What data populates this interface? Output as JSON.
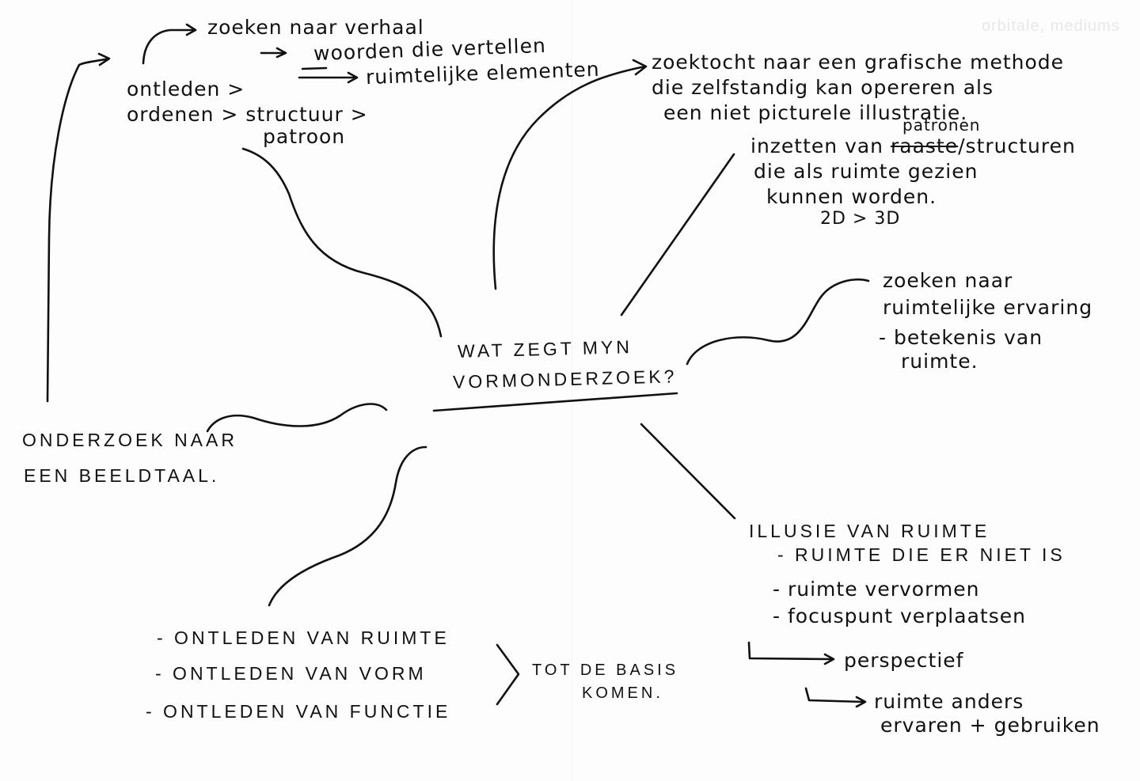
{
  "ghost_text": {
    "top_right": "orbitale, mediums"
  },
  "center": {
    "line1": "WAT ZEGT MYN",
    "line2": "VORMONDERZOEK?"
  },
  "top_left": {
    "zoeken": "zoeken naar verhaal",
    "woorden": "woorden die vertellen",
    "ruimtelijke": "ruimtelijke elementen",
    "ontleden": "ontleden >",
    "ordenen": "ordenen > structuur >",
    "patroon": "patroon"
  },
  "top_right": {
    "line1": "zoektocht naar een grafische methode",
    "line2": "die zelfstandig kan opereren als",
    "line3": "een niet picturele illustratie."
  },
  "right_mid": {
    "patronen": "patronen",
    "line1_a": "inzetten van",
    "line1_crossed": "raaste",
    "line1_b": "/structuren",
    "line2": "die als ruimte gezien",
    "line3": "kunnen worden.",
    "line4": "2D > 3D"
  },
  "right": {
    "line1": "zoeken naar",
    "line2": "ruimtelijke ervaring",
    "line3": "- betekenis van",
    "line4": "ruimte."
  },
  "left": {
    "line1": "ONDERZOEK NAAR",
    "line2": "EEN BEELDTAAL."
  },
  "bottom_left": {
    "item1": "- ONTLEDEN VAN RUIMTE",
    "item2": "- ONTLEDEN VAN VORM",
    "item3": "- ONTLEDEN VAN FUNCTIE",
    "result1": "TOT DE BASIS",
    "result2": "KOMEN."
  },
  "bottom_right": {
    "title": "ILLUSIE VAN RUIMTE",
    "item1": "- RUIMTE DIE ER NIET IS",
    "item2": "- ruimte vervormen",
    "item3": "- focuspunt verplaatsen",
    "arrow1": "perspectief",
    "arrow2a": "ruimte anders",
    "arrow2b": "ervaren + gebruiken"
  }
}
